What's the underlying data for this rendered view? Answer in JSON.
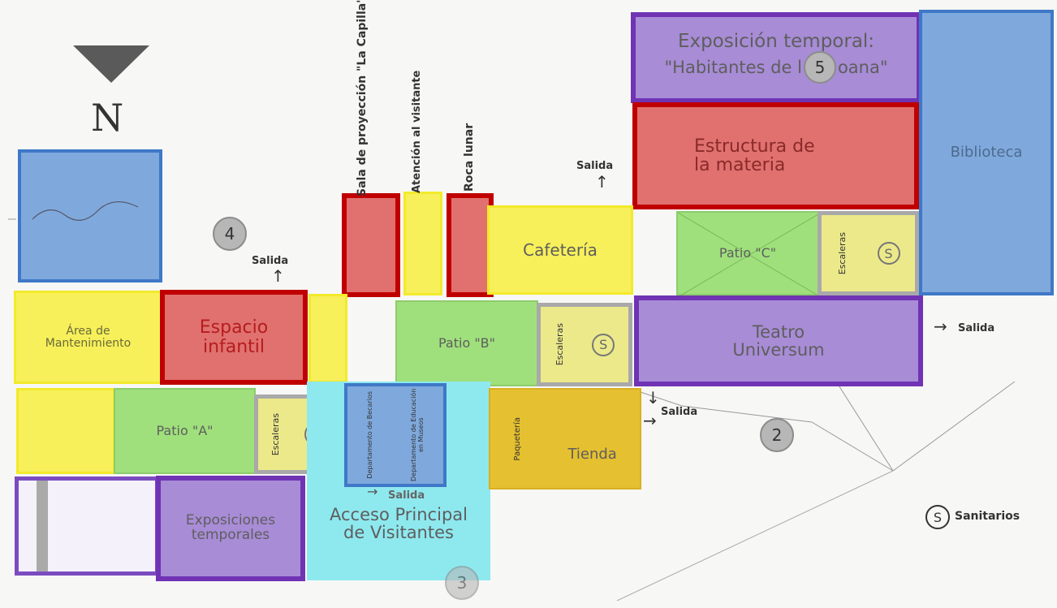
{
  "compass": {
    "letter": "N"
  },
  "rooms": {
    "expo_temporal_top": "Exposición temporal:",
    "expo_temporal_top_2a": "\"Habitantes de l",
    "expo_temporal_top_2b": "oana\"",
    "biblioteca": "Biblioteca",
    "estructura_line1": "Estructura de",
    "estructura_line2": "la materia",
    "sala_proyeccion": "Sala de proyección \"La Capilla\"",
    "atencion": "Atención al visitante",
    "roca_lunar": "Roca lunar",
    "cafeteria": "Cafetería",
    "patio_c": "Patio \"C\"",
    "escaleras_c": "Escaleras",
    "area_mant_1": "Área de",
    "area_mant_2": "Mantenimiento",
    "espacio_1": "Espacio",
    "espacio_2": "infantil",
    "patio_b": "Patio \"B\"",
    "escaleras_b": "Escaleras",
    "teatro_1": "Teatro",
    "teatro_2": "Universum",
    "patio_a": "Patio \"A\"",
    "escaleras_a": "Escaleras",
    "dept_becarios": "Departamento de Becarios",
    "dept_educacion": "Departamento de Educación en Museos",
    "paqueteria": "Paquetería",
    "tienda": "Tienda",
    "expos_temporales_1": "Exposiciones",
    "expos_temporales_2": "temporales",
    "acceso_1": "Acceso Principal",
    "acceso_2": "de Visitantes"
  },
  "markers": {
    "m1": "4",
    "m2": "5",
    "m3": "2",
    "m4": "3",
    "sanitary": "S"
  },
  "exits": {
    "label": "Salida"
  },
  "legend": {
    "symbol": "S",
    "text": "Sanitarios"
  },
  "colors": {
    "purple": "#a88cd6",
    "red": "#e0716f",
    "blue": "#7fa9dc",
    "yellow": "#f7f05a",
    "green": "#9fe07c",
    "cyan": "#8ee9ef",
    "gold": "#e5c030"
  }
}
